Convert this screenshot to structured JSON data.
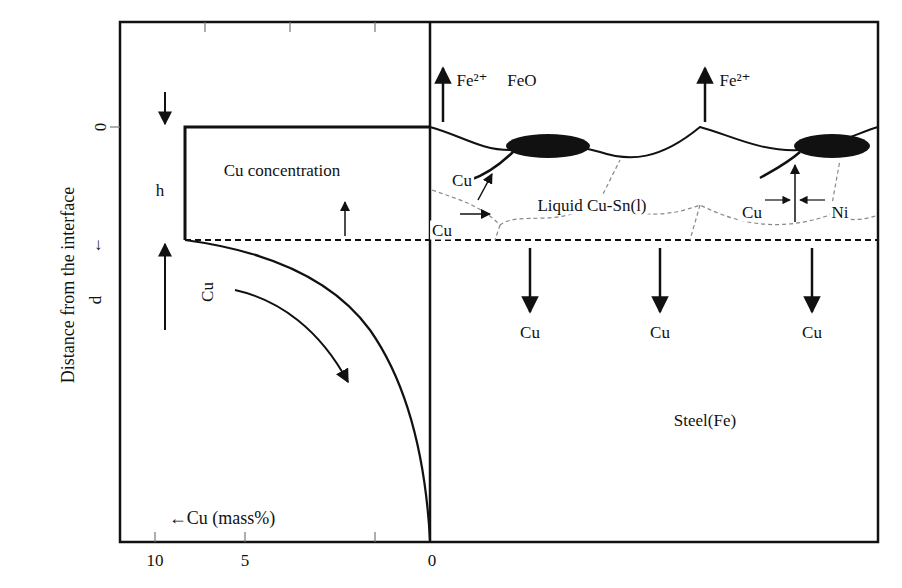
{
  "diagram": {
    "labels": [
      "Distance from the interface",
      "←",
      "d",
      "0",
      "h",
      "Cu concentration",
      "Cu",
      "←Cu (mass%)",
      "10",
      "5",
      "0",
      "Fe²⁺",
      "FeO",
      "Fe²⁺",
      "Liquid Cu-Sn(l)",
      "Cu",
      "Cu",
      "Cu",
      "Ni",
      "Cu",
      "Cu",
      "Cu",
      "Steel(Fe)"
    ]
  }
}
